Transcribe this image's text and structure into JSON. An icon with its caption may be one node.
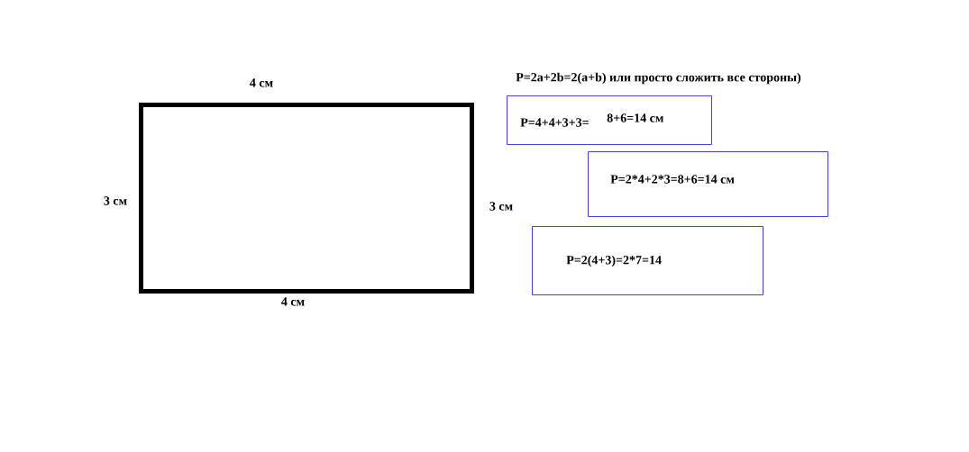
{
  "diagram": {
    "nodes": [
      {
        "text": [],
        "shape": "box"
      },
      {
        "text": [
          "P=4+4+3+3=",
          "8+6=14 см"
        ]
      },
      {
        "text": [
          "P=2*4+2*3=8+6=14 см"
        ]
      },
      {
        "text": [
          "P=2(4+3)=2*7=14"
        ]
      }
    ],
    "labels": [
      "P=2a+2b=2(a+b) или просто сложить все стороны)",
      "4 см",
      "3 см",
      "3 см",
      "4 см"
    ]
  }
}
